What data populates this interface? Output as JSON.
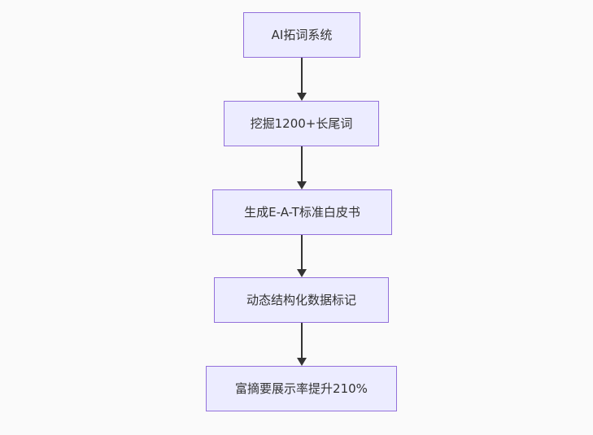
{
  "diagram": {
    "type": "flowchart-top-down",
    "theme": {
      "background": "#fafafa",
      "node_fill": "#ECECFF",
      "node_border": "#9370DB",
      "text_color": "#333333",
      "arrow_color": "#333333"
    },
    "nodes": [
      {
        "id": "A",
        "label": "AI拓词系统"
      },
      {
        "id": "B",
        "label": "挖掘1200+长尾词"
      },
      {
        "id": "C",
        "label": "生成E-A-T标准白皮书"
      },
      {
        "id": "D",
        "label": "动态结构化数据标记"
      },
      {
        "id": "E",
        "label": "富摘要展示率提升210%"
      }
    ],
    "edges": [
      {
        "from": "A",
        "to": "B"
      },
      {
        "from": "B",
        "to": "C"
      },
      {
        "from": "C",
        "to": "D"
      },
      {
        "from": "D",
        "to": "E"
      }
    ]
  }
}
